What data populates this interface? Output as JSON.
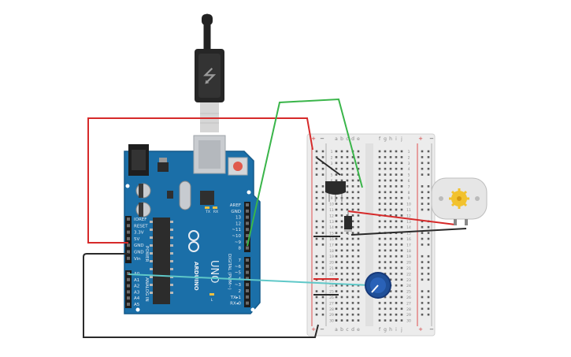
{
  "colors": {
    "arduino_board": "#1b6fa8",
    "arduino_board_dark": "#155a8a",
    "wire_red": "#d62a2a",
    "wire_green": "#3ab54a",
    "wire_black": "#2a2a2a",
    "wire_cyan": "#5fc8c8",
    "breadboard": "#eeeeee",
    "motor_body": "#e6e6e6",
    "motor_gear": "#f2c22e",
    "potentiometer": "#1f4f98",
    "usb_cable": "#222222"
  },
  "arduino": {
    "brand": "ARDUINO",
    "model": "UNO",
    "power_header_title": "POWER",
    "analog_header_title": "ANALOG IN",
    "digital_header_title": "DIGITAL (PWM~)",
    "power_pins": [
      "IOREF",
      "RESET",
      "3.3V",
      "5V",
      "GND",
      "GND",
      "Vin"
    ],
    "analog_pins": [
      "A0",
      "A1",
      "A2",
      "A3",
      "A4",
      "A5"
    ],
    "digital_pins_top": [
      "AREF",
      "GND",
      "13",
      "12",
      "~11",
      "~10",
      "~9",
      "8"
    ],
    "digital_pins_bottom": [
      "7",
      "~6",
      "~5",
      "4",
      "~3",
      "2",
      "TX▸1",
      "RX◂0"
    ],
    "led_labels": [
      "TX",
      "RX",
      "L"
    ]
  },
  "breadboard": {
    "column_letters_left": [
      "a",
      "b",
      "c",
      "d",
      "e"
    ],
    "column_letters_right": [
      "f",
      "g",
      "h",
      "i",
      "j"
    ],
    "rail_signs": [
      "−",
      "+"
    ],
    "row_numbers": [
      "1",
      "2",
      "3",
      "4",
      "5",
      "6",
      "7",
      "8",
      "9",
      "10",
      "11",
      "12",
      "13",
      "14",
      "15",
      "16",
      "17",
      "18",
      "19",
      "20",
      "21",
      "22",
      "23",
      "24",
      "25",
      "26",
      "27",
      "28",
      "29",
      "30"
    ]
  },
  "components": [
    "arduino-uno",
    "breadboard",
    "transistor",
    "diode",
    "potentiometer",
    "dc-motor",
    "usb-cable"
  ]
}
